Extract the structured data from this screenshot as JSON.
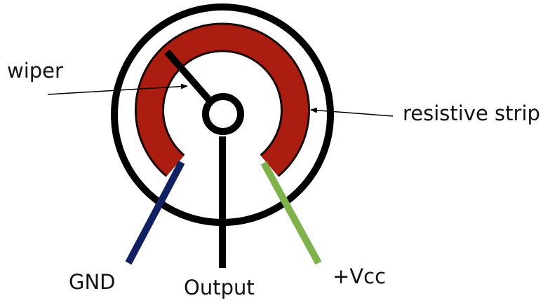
{
  "labels": {
    "wiper": "wiper",
    "resistive_strip": "resistive strip",
    "gnd": "GND",
    "output": "Output",
    "vcc": "+Vcc"
  },
  "colors": {
    "outline": "#000000",
    "strip_fill": "#ab1d10",
    "gnd_lead": "#102060",
    "vcc_lead": "#7fb24a",
    "output_lead": "#000000",
    "background": "#ffffff"
  }
}
